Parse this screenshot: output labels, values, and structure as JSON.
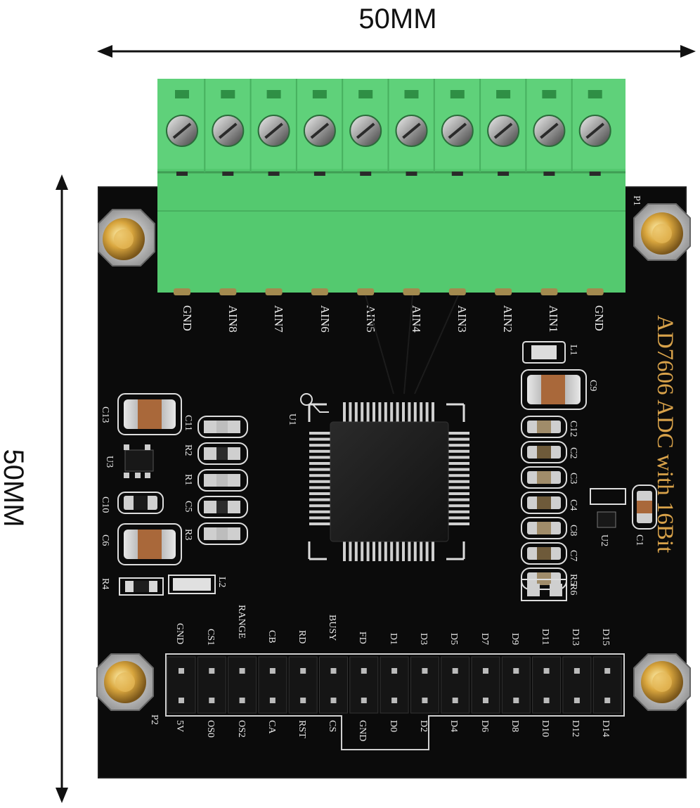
{
  "dimensions": {
    "top": "50MM",
    "left": "50MM"
  },
  "board_title": "AD7606 ADC with 16Bit",
  "terminal_block": {
    "color": "#5fd17a",
    "designator": "P1",
    "pins": [
      "GND",
      "AIN8",
      "AIN7",
      "AIN6",
      "AIN5",
      "AIN4",
      "AIN3",
      "AIN2",
      "AIN1",
      "GND"
    ]
  },
  "header": {
    "designator": "P2",
    "top_row": [
      "GND",
      "CS1",
      "RANGE",
      "CB",
      "RD",
      "BUSY",
      "FD",
      "D1",
      "D3",
      "D5",
      "D7",
      "D9",
      "D11",
      "D13",
      "D15"
    ],
    "bottom_row": [
      "5V",
      "OS0",
      "OS2",
      "CA",
      "RST",
      "CS",
      "GND",
      "D0",
      "D2",
      "D4",
      "D6",
      "D8",
      "D10",
      "D12",
      "D14"
    ]
  },
  "components": {
    "chip": "U1",
    "left": [
      "C13",
      "C11",
      "R2",
      "R1",
      "C5",
      "R3",
      "C10",
      "C6",
      "R4",
      "L2",
      "U3"
    ],
    "right": [
      "L1",
      "C9",
      "C12",
      "C2",
      "C3",
      "C4",
      "C8",
      "C7",
      "R5",
      "R6",
      "U2",
      "C1"
    ]
  },
  "colors": {
    "pcb": "#0b0b0b",
    "silkscreen": "#e9e9e9",
    "title": "#d8a24a",
    "brass": "#c99a3a"
  }
}
